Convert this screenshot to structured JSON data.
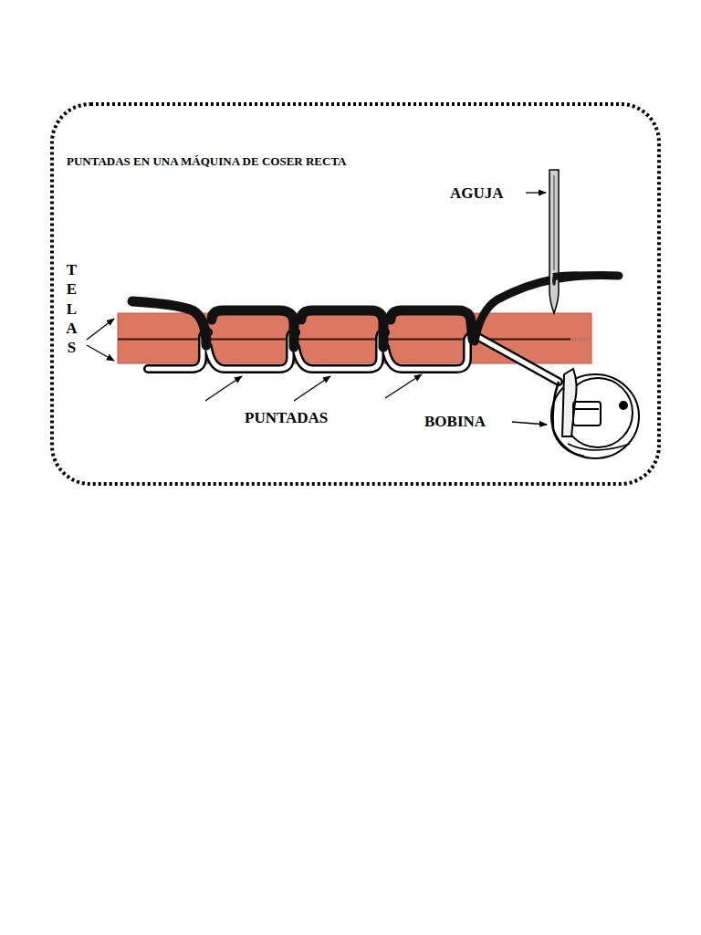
{
  "diagram": {
    "title": "PUNTADAS EN UNA MÁQUINA DE COSER RECTA",
    "labels": [
      "AGUJA",
      "TELAS",
      "PUNTADAS",
      "BOBINA"
    ]
  }
}
